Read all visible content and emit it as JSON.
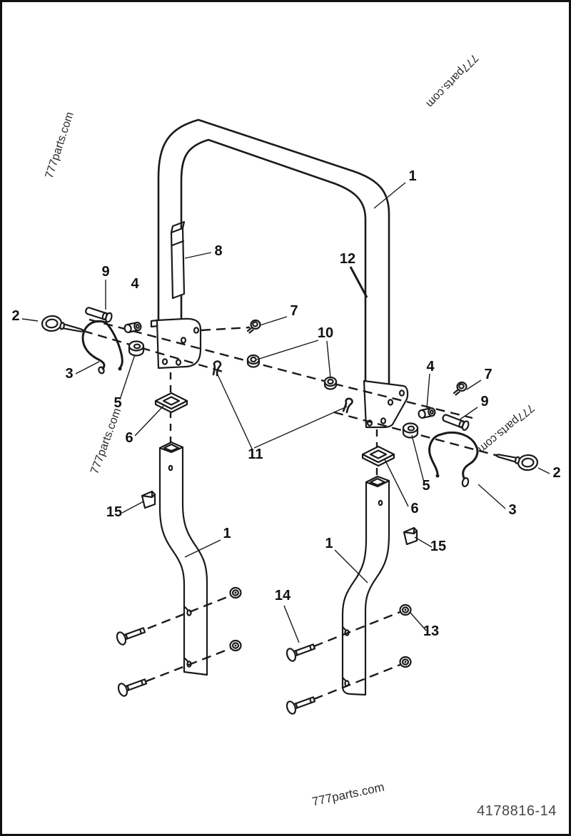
{
  "figure": {
    "type": "exploded-parts-diagram",
    "subject": "roll-bar-assembly",
    "part_number": "4178816-14"
  },
  "watermarks": [
    {
      "text": "777parts.com",
      "position": "upper-left"
    },
    {
      "text": "777parts.com",
      "position": "middle-left"
    },
    {
      "text": "777parts.com",
      "position": "top-right"
    },
    {
      "text": "777parts.com",
      "position": "middle-right"
    },
    {
      "text": "777parts.com",
      "position": "bottom-center"
    }
  ],
  "callouts": [
    {
      "id": "hoop-top",
      "label": "1"
    },
    {
      "id": "hoop-right-leg",
      "label": "12"
    },
    {
      "id": "decal-strip",
      "label": "8"
    },
    {
      "id": "screw-left",
      "label": "7"
    },
    {
      "id": "clevis-pin-left",
      "label": "9"
    },
    {
      "id": "spacer-left",
      "label": "4"
    },
    {
      "id": "ring-pin-left",
      "label": "2"
    },
    {
      "id": "cable-left",
      "label": "3"
    },
    {
      "id": "bushing-left",
      "label": "5"
    },
    {
      "id": "plug-left",
      "label": "6"
    },
    {
      "id": "nuts",
      "label": "10"
    },
    {
      "id": "cotter-clips",
      "label": "11"
    },
    {
      "id": "decal-left",
      "label": "15"
    },
    {
      "id": "post-left",
      "label": "1"
    },
    {
      "id": "post-right",
      "label": "1"
    },
    {
      "id": "bolts",
      "label": "14"
    },
    {
      "id": "washers",
      "label": "13"
    },
    {
      "id": "decal-right",
      "label": "15"
    },
    {
      "id": "spacer-right",
      "label": "4"
    },
    {
      "id": "screw-right",
      "label": "7"
    },
    {
      "id": "clevis-pin-right",
      "label": "9"
    },
    {
      "id": "ring-pin-right",
      "label": "2"
    },
    {
      "id": "cable-right",
      "label": "3"
    },
    {
      "id": "bushing-right",
      "label": "5"
    },
    {
      "id": "plug-right",
      "label": "6"
    }
  ],
  "colors": {
    "line": "#1a1a1a",
    "background": "#ffffff",
    "border": "#111111",
    "watermark": "#2b2b2b",
    "part_number": "#474747"
  }
}
